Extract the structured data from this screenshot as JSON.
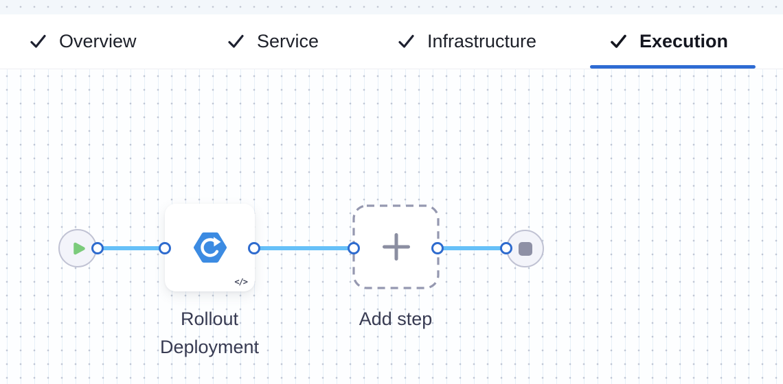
{
  "tabs": [
    {
      "label": "Overview",
      "checked": true,
      "active": false
    },
    {
      "label": "Service",
      "checked": true,
      "active": false
    },
    {
      "label": "Infrastructure",
      "checked": true,
      "active": false
    },
    {
      "label": "Execution",
      "checked": true,
      "active": true
    }
  ],
  "canvas": {
    "start_node": {
      "type": "start",
      "icon": "play-icon"
    },
    "steps": [
      {
        "name": "Rollout Deployment",
        "icon": "rolling-deployment-icon",
        "code_badge": "</>"
      },
      {
        "name": "Add step",
        "icon": "plus-icon",
        "type": "add-step-placeholder"
      }
    ],
    "end_node": {
      "type": "stop",
      "icon": "stop-icon"
    }
  },
  "colors": {
    "active_tab_underline": "#2E6BD3",
    "connector_line": "#66C0F8",
    "connection_point_border": "#2E6BCE",
    "step_icon_blue": "#3C8BE2",
    "play_green": "#7BCB7B",
    "node_gray": "#8E90A5",
    "label_text": "#383B52",
    "canvas_dot": "#C6CAD5",
    "top_strip_bg": "#F3F7FB"
  }
}
